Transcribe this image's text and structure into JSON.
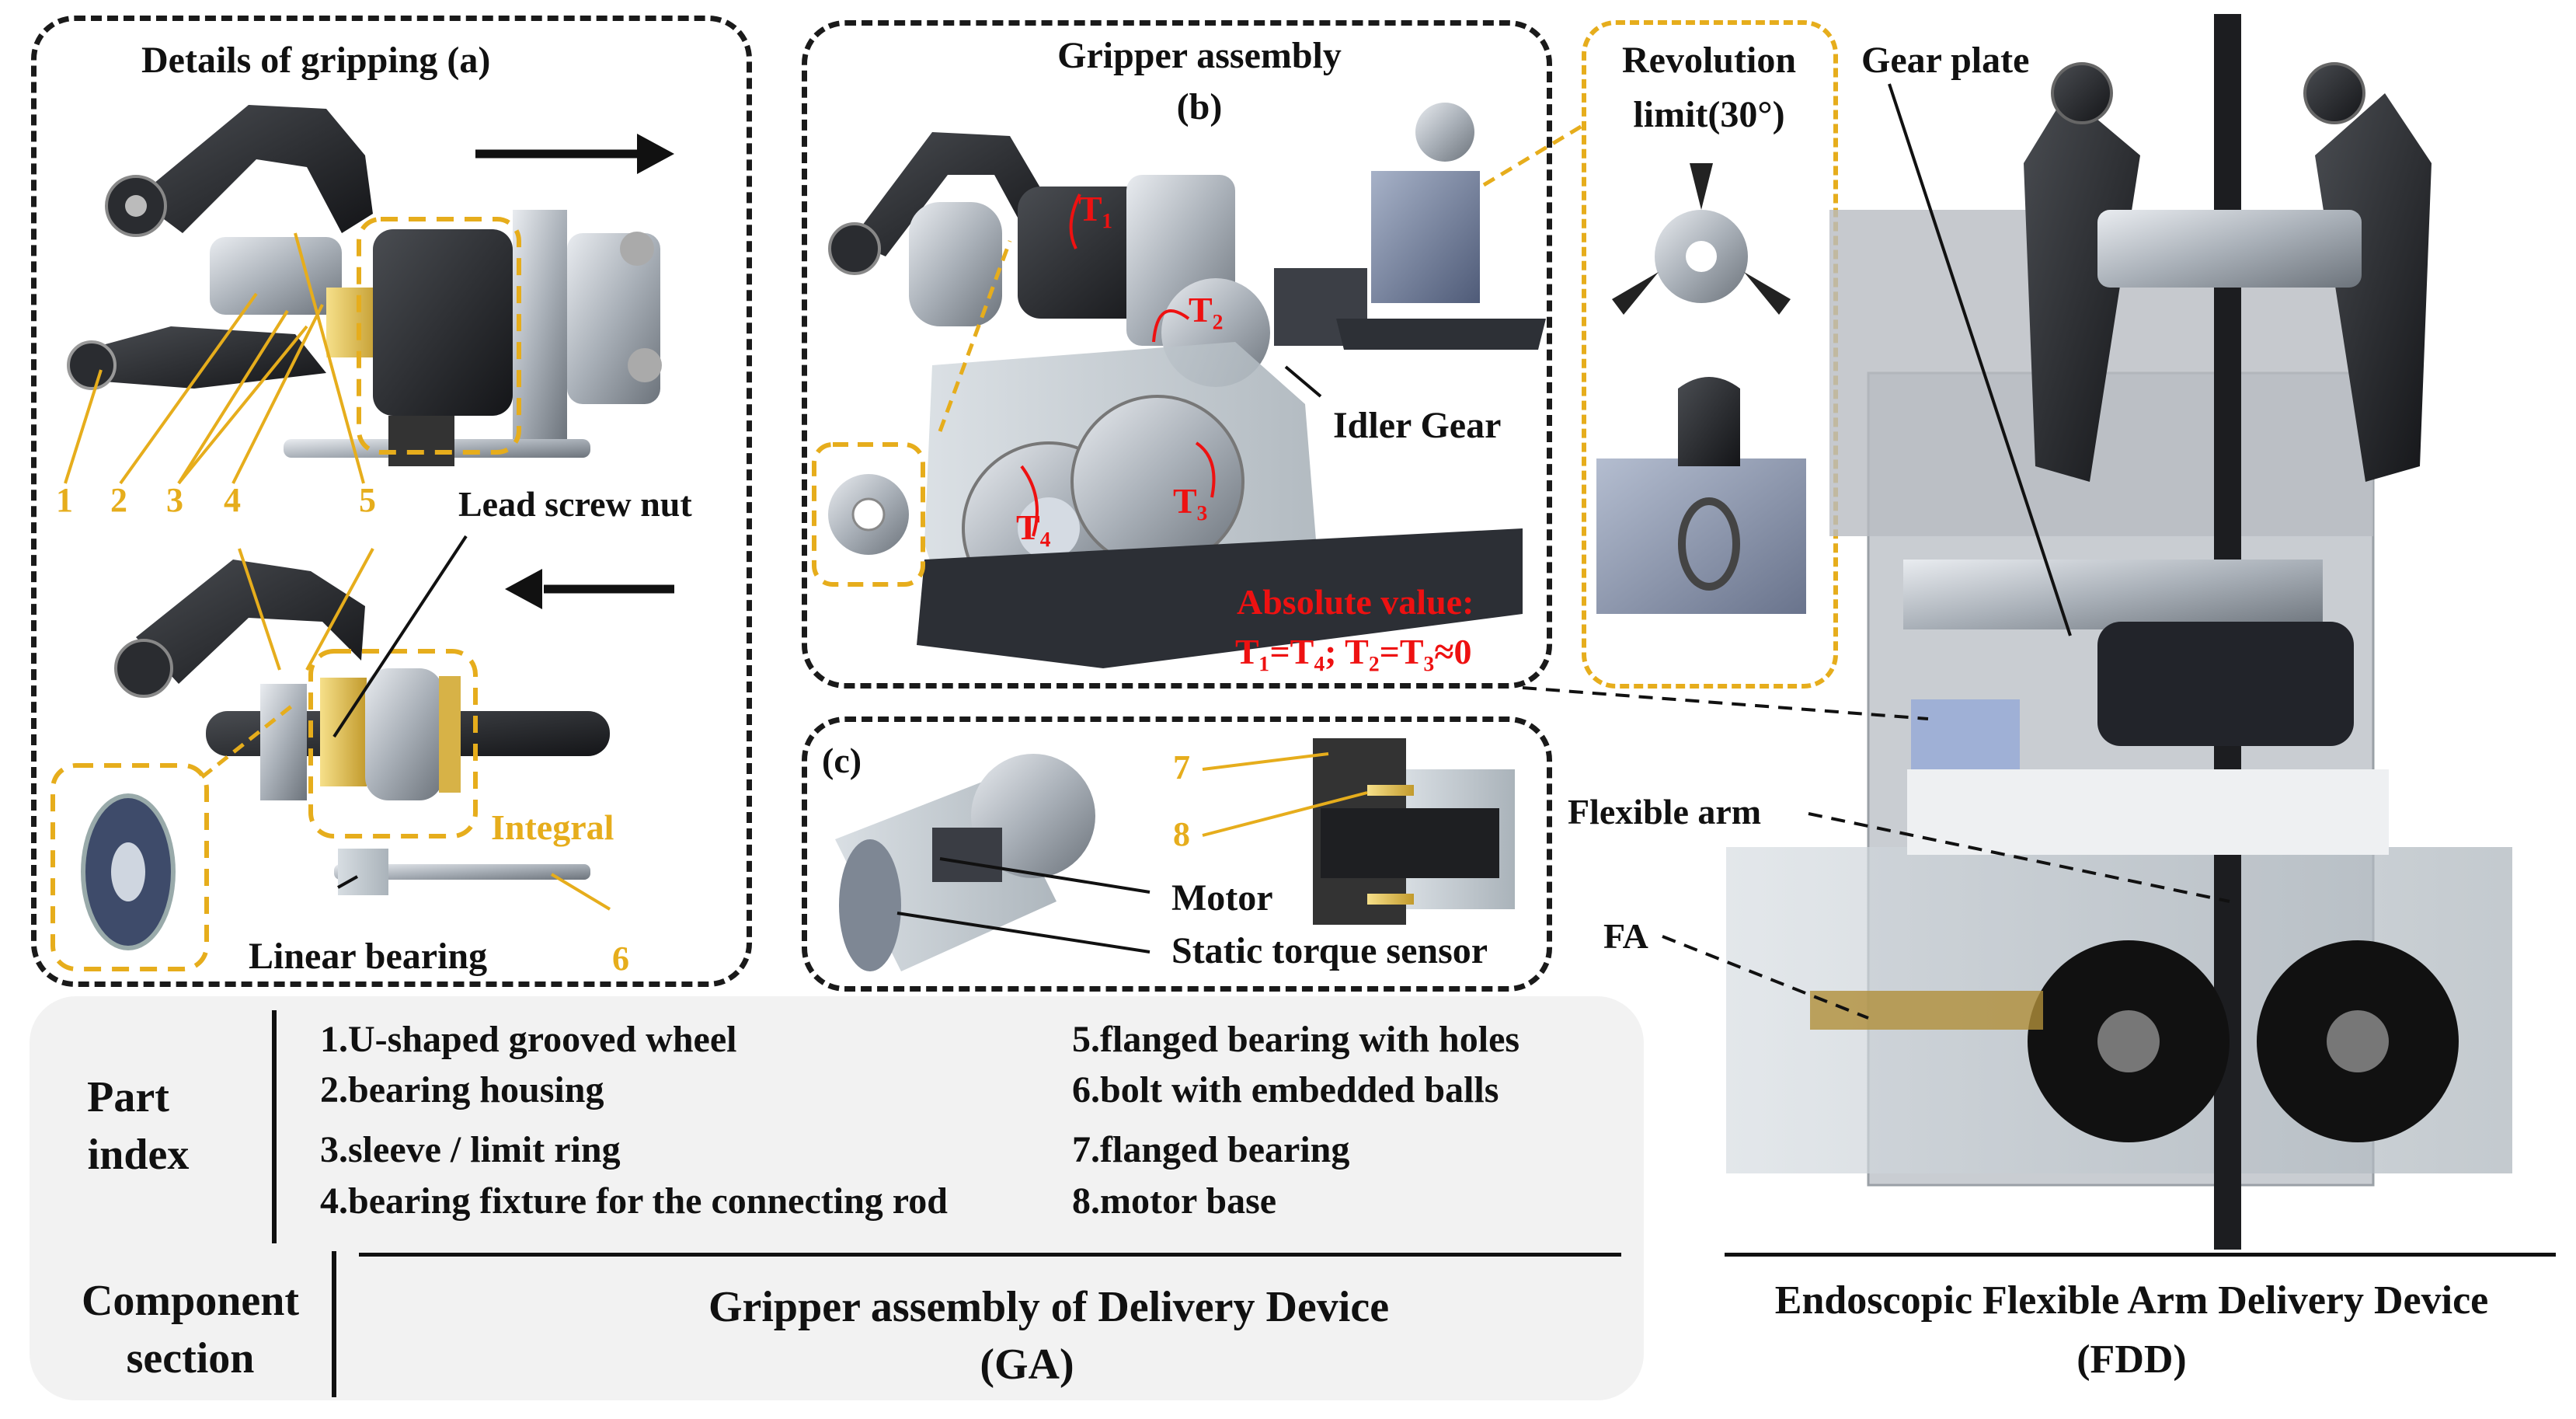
{
  "colors": {
    "gold": "#e6ad1c",
    "red": "#ee1111",
    "black": "#111111",
    "index_bg": "#f2f2f2"
  },
  "panel_a": {
    "title": "Details of gripping (a)",
    "numbers": [
      "1",
      "2",
      "3",
      "4",
      "5"
    ],
    "number_4_lower": "4",
    "number_5_lower": "5",
    "lead_screw_nut": "Lead screw nut",
    "integral": "Integral",
    "linear_bearing": "Linear bearing",
    "number_6": "6"
  },
  "panel_b": {
    "title": "Gripper assembly",
    "subtitle": "(b)",
    "t1": "T₁",
    "t2": "T₂",
    "t3": "T₃",
    "t4": "T₄",
    "idler_gear": "Idler Gear",
    "absolute_value": "Absolute value:",
    "equation": "T₁=T₄;  T₂=T₃≈0"
  },
  "panel_rev": {
    "line1": "Revolution",
    "line2": "limit(30°)"
  },
  "panel_c": {
    "label": "(c)",
    "number_7": "7",
    "number_8": "8",
    "motor": "Motor",
    "static_torque_sensor": "Static torque sensor"
  },
  "fdd": {
    "gear_plate": "Gear plate",
    "flexible_arm": "Flexible arm",
    "fa": "FA",
    "title": "Endoscopic Flexible Arm Delivery Device",
    "abbr": "(FDD)"
  },
  "index": {
    "part_label_1": "Part",
    "part_label_2": "index",
    "items_left": [
      "1.U-shaped grooved wheel",
      "2.bearing housing",
      "3.sleeve / limit ring",
      "4.bearing fixture for the connecting rod"
    ],
    "items_right": [
      "5.flanged bearing with holes",
      "6.bolt with embedded balls",
      "7.flanged bearing",
      "8.motor base"
    ],
    "component_label_1": "Component",
    "component_label_2": "section",
    "ga_title": "Gripper assembly of Delivery Device",
    "ga_abbr": "(GA)"
  }
}
